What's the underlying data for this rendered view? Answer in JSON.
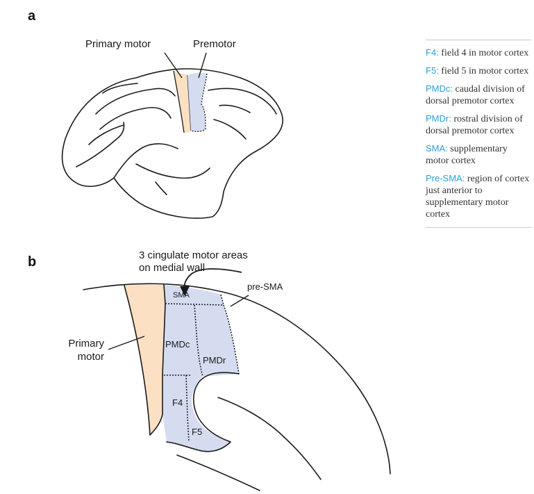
{
  "figure": {
    "panel_a": {
      "letter": "a",
      "label_primary": "Primary motor",
      "label_premotor": "Premotor"
    },
    "panel_b": {
      "letter": "b",
      "cingulate_line1": "3 cingulate motor areas",
      "cingulate_line2": "on medial wall",
      "primary_line1": "Primary",
      "primary_line2": "motor",
      "areas": {
        "sma": "SMA",
        "pre_sma": "pre-SMA",
        "pmdc": "PMDc",
        "pmdr": "PMDr",
        "f4": "F4",
        "f5": "F5"
      }
    },
    "colors": {
      "primary_motor_fill": "#fbe0c3",
      "premotor_fill": "#d5dcf0",
      "outline": "#1a1a1a",
      "glossary_term": "#2a9fd6"
    }
  },
  "glossary": [
    {
      "term": "F4:",
      "definition": "field 4 in motor cortex"
    },
    {
      "term": "F5:",
      "definition": "field 5 in motor cortex"
    },
    {
      "term": "PMDc:",
      "definition": "caudal division of dorsal premotor cortex"
    },
    {
      "term": "PMDr:",
      "definition": "rostral division of dorsal premotor cortex"
    },
    {
      "term": "SMA:",
      "definition": "supplementary motor cortex"
    },
    {
      "term": "Pre-SMA:",
      "definition": "region of cortex just anterior to supplementary motor cortex"
    }
  ]
}
